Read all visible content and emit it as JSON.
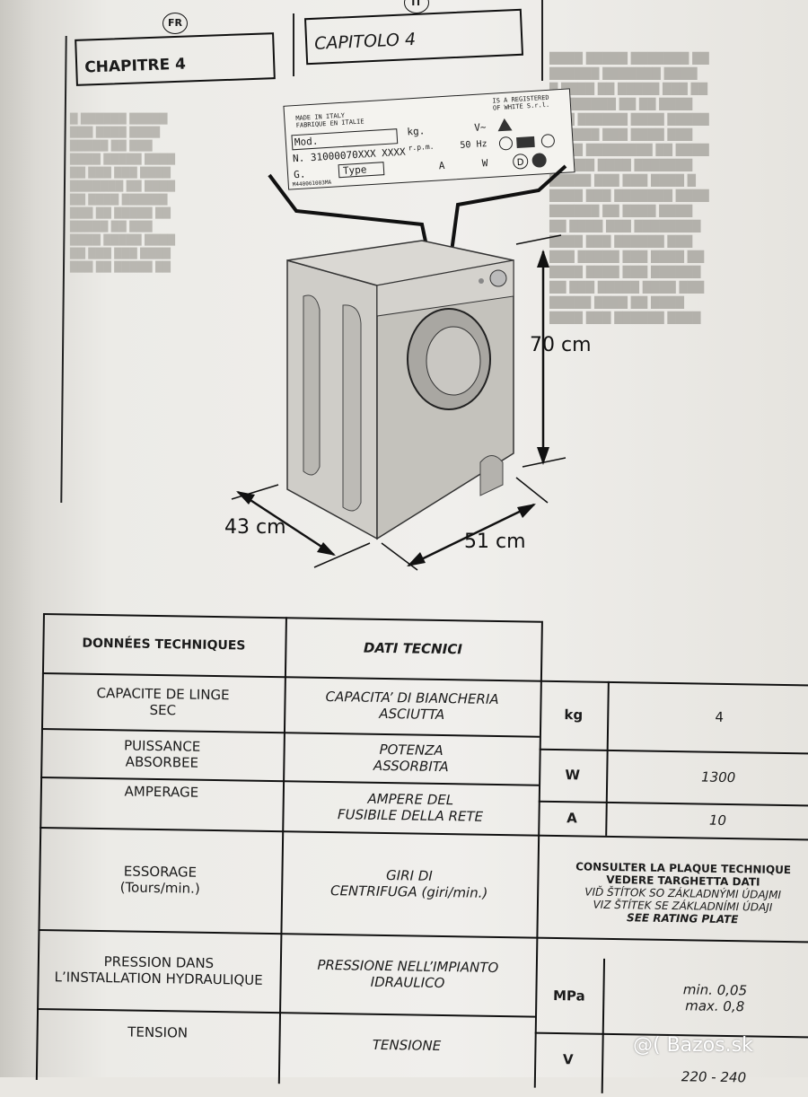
{
  "header": {
    "left_badge": "FR",
    "left_chapter": "CHAPITRE 4",
    "right_badge": "IT",
    "right_chapter": "CAPITOLO 4"
  },
  "rating_plate": {
    "made_in": "MADE IN ITALY",
    "fabrique": "FABRIQUE EN ITALIE",
    "registered": "IS A REGISTERED",
    "registered_2": "OF WHITE S.r.l.",
    "mod": "Mod.",
    "n_value": "N. 31000070XXX XXXX",
    "g": "G.",
    "type": "Type",
    "kg": "kg.",
    "rpm": "r.p.m.",
    "volt": "V~",
    "hz": "50 Hz",
    "a": "A",
    "w": "W",
    "code": "M440061003MA"
  },
  "dimensions": {
    "height": "70 cm",
    "depth": "43 cm",
    "width": "51 cm"
  },
  "table": {
    "header_fr": "DONNÉES TECHNIQUES",
    "header_it": "DATI TECNICI",
    "rows": [
      {
        "fr": "CAPACITE DE LINGE\nSEC",
        "it": "CAPACITA’ DI BIANCHERIA\nASCIUTTA",
        "unit": "kg",
        "value": "4"
      },
      {
        "fr": "PUISSANCE\nABSORBEE",
        "it": "POTENZA\nASSORBITA",
        "unit": "W",
        "value": "1300"
      },
      {
        "fr": "AMPERAGE",
        "it": "AMPERE DEL\nFUSIBILE DELLA RETE",
        "unit": "A",
        "value": "10"
      },
      {
        "fr": "ESSORAGE\n(Tours/min.)",
        "it": "GIRI DI\nCENTRIFUGA (giri/min.)",
        "unit": "",
        "value": ""
      },
      {
        "fr": "PRESSION DANS\nL’INSTALLATION HYDRAULIQUE",
        "it": "PRESSIONE NELL’IMPIANTO\nIDRAULICO",
        "unit": "MPa",
        "value": "min. 0,05\nmax. 0,8"
      },
      {
        "fr": "TENSION",
        "it": "TENSIONE",
        "unit": "V",
        "value": "220 - 240"
      }
    ],
    "note_line1": "CONSULTER LA PLAQUE TECHNIQUE",
    "note_line2": "VEDERE TARGHETTA DATI",
    "note_line3": "VIĎ ŠTÍTOK SO ZÁKLADNÝMI ÚDAJMI",
    "note_line4": "VIZ ŠTÍTEK SE ZÁKLADNÍMI ÚDAJI",
    "note_line5": "SEE RATING PLATE"
  },
  "watermark": "@( Bazos.sk"
}
